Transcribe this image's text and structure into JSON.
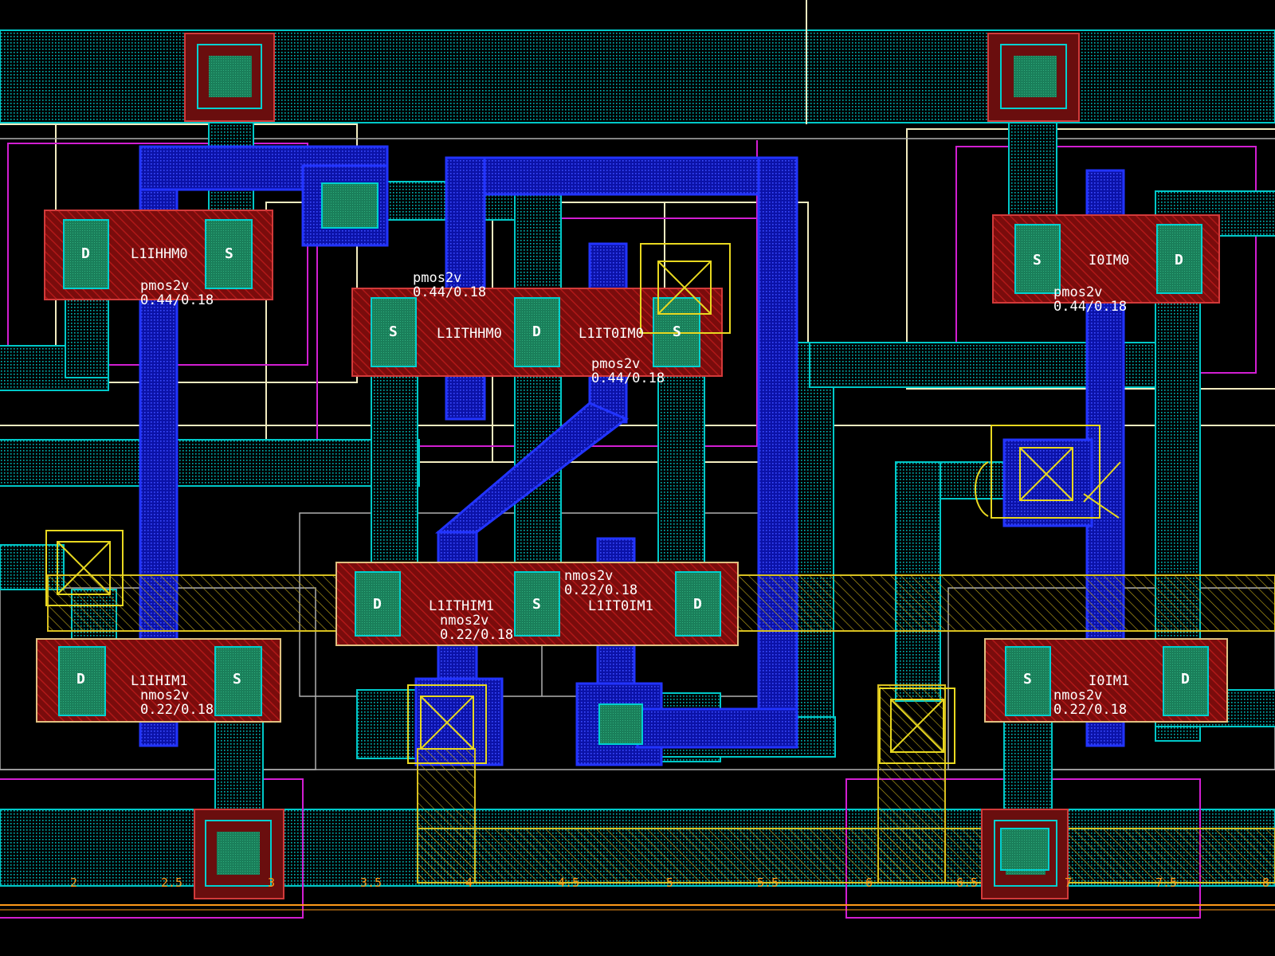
{
  "viewer": {
    "background": "#000000",
    "colors": {
      "metal1": "#00c8c8",
      "metal2": "#1a2cff",
      "poly": "#c81e1e",
      "diffusion": "#1f8a64",
      "nwell": "#f5f0c8",
      "pwell": "#d21ed2",
      "contact": "#e6d21e",
      "ruler": "#ff9a1a",
      "label": "#ffffff"
    }
  },
  "devices": [
    {
      "id": "m0_left",
      "name": "L1IHHM0",
      "model": "pmos2v",
      "size": "0.44/0.18"
    },
    {
      "id": "m0_mid1",
      "name": "L1ITHHM0",
      "model": "pmos2v",
      "size": "0.44/0.18"
    },
    {
      "id": "m0_mid2",
      "name": "L1IT0IM0",
      "model": "pmos2v",
      "size": "0.44/0.18"
    },
    {
      "id": "m0_right",
      "name": "I0IM0",
      "model": "pmos2v",
      "size": "0.44/0.18"
    },
    {
      "id": "m1_left",
      "name": "L1IHIM1",
      "model": "nmos2v",
      "size": "0.22/0.18"
    },
    {
      "id": "m1_mid1",
      "name": "L1ITHIM1",
      "model": "nmos2v",
      "size": "0.22/0.18"
    },
    {
      "id": "m1_mid2",
      "name": "L1IT0IM1",
      "model": "nmos2v",
      "size": "0.22/0.18"
    },
    {
      "id": "m1_right",
      "name": "I0IM1",
      "model": "nmos2v",
      "size": "0.22/0.18"
    }
  ],
  "terminals": {
    "drain": "D",
    "source": "S"
  },
  "ruler": {
    "ticks": [
      "2",
      "2.5",
      "3",
      "3.5",
      "4",
      "4.5",
      "5",
      "5.5",
      "6",
      "6.5",
      "7",
      "7.5",
      "8"
    ]
  }
}
